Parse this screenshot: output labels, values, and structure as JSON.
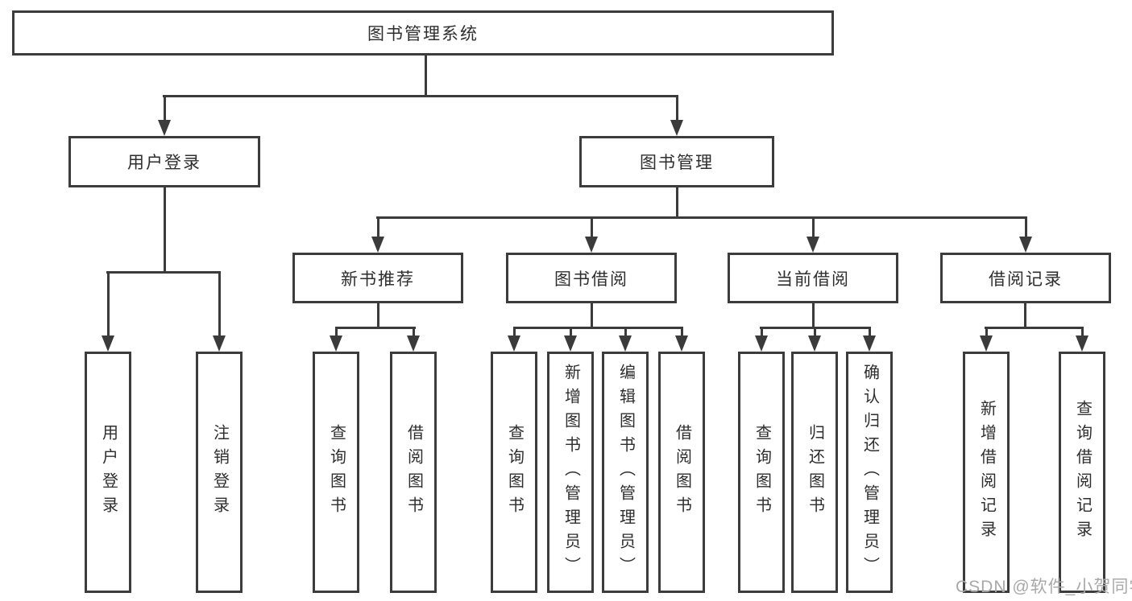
{
  "colors": {
    "line": "#3b3b3b",
    "box-border": "#3c3c3c",
    "box-fill": "#ffffff",
    "text": "#2e2e2e",
    "watermark": "#a9a9a9",
    "background": "#ffffff"
  },
  "diagram": {
    "root": {
      "label": "图书管理系统"
    },
    "level2": [
      {
        "label": "用户登录",
        "children": [
          {
            "label": "用户登录"
          },
          {
            "label": "注销登录"
          }
        ]
      },
      {
        "label": "图书管理"
      }
    ],
    "level3": [
      {
        "label": "新书推荐",
        "children": [
          {
            "label": "查询图书"
          },
          {
            "label": "借阅图书"
          }
        ]
      },
      {
        "label": "图书借阅",
        "children": [
          {
            "label": "查询图书"
          },
          {
            "label": "新增图书（管理员）"
          },
          {
            "label": "编辑图书（管理员）"
          },
          {
            "label": "借阅图书"
          }
        ]
      },
      {
        "label": "当前借阅",
        "children": [
          {
            "label": "查询图书"
          },
          {
            "label": "归还图书"
          },
          {
            "label": "确认归还（管理员）"
          }
        ]
      },
      {
        "label": "借阅记录",
        "children": [
          {
            "label": "新增借阅记录"
          },
          {
            "label": "查询借阅记录"
          }
        ]
      }
    ]
  },
  "watermark": {
    "text": "CSDN @软件_小贺同学"
  }
}
